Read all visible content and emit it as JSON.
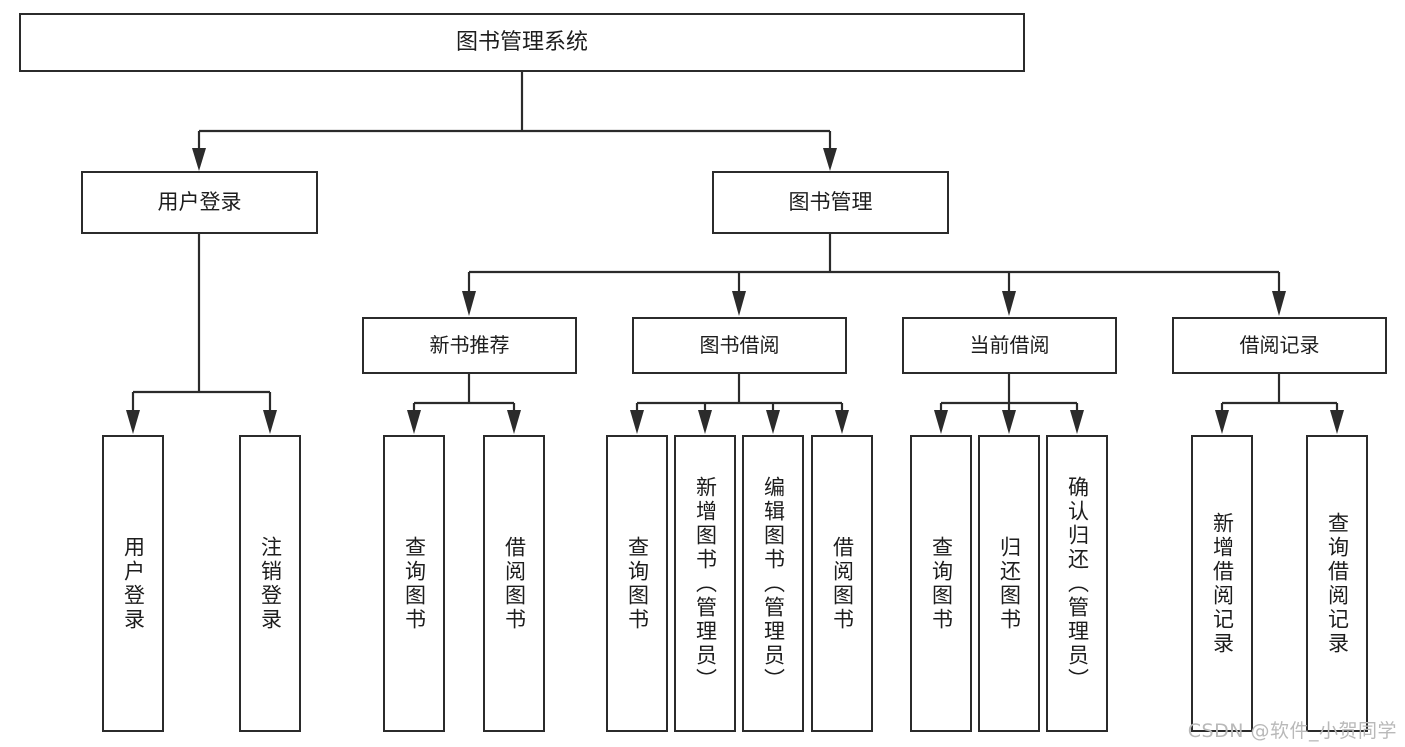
{
  "diagram": {
    "title": "图书管理系统",
    "type": "tree",
    "watermark": "CSDN @软件_小贺同学",
    "colors": {
      "box_border": "#2b2b2b",
      "box_fill": "#ffffff",
      "text": "#1d1d1d",
      "connector": "#2b2b2b",
      "watermark": "#b9b9b9",
      "background": "#ffffff"
    },
    "root": {
      "label": "图书管理系统"
    },
    "level2": [
      {
        "label": "用户登录"
      },
      {
        "label": "图书管理"
      }
    ],
    "level3": [
      {
        "label": "新书推荐"
      },
      {
        "label": "图书借阅"
      },
      {
        "label": "当前借阅"
      },
      {
        "label": "借阅记录"
      }
    ],
    "leaves": {
      "user_login": [
        {
          "label": "用户登录"
        },
        {
          "label": "注销登录"
        }
      ],
      "new_book": [
        {
          "label": "查询图书"
        },
        {
          "label": "借阅图书"
        }
      ],
      "book_borrow": [
        {
          "label": "查询图书"
        },
        {
          "label": "新增图书（管理员）"
        },
        {
          "label": "编辑图书（管理员）"
        },
        {
          "label": "借阅图书"
        }
      ],
      "current_borrow": [
        {
          "label": "查询图书"
        },
        {
          "label": "归还图书"
        },
        {
          "label": "确认归还（管理员）"
        }
      ],
      "borrow_record": [
        {
          "label": "新增借阅记录"
        },
        {
          "label": "查询借阅记录"
        }
      ]
    }
  }
}
